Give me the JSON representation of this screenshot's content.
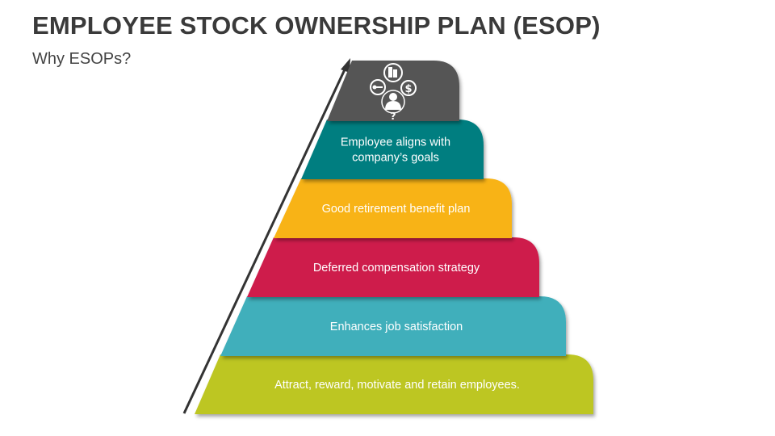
{
  "header": {
    "title": "EMPLOYEE STOCK OWNERSHIP PLAN (ESOP)",
    "subtitle": "Why ESOPs?"
  },
  "pyramid": {
    "top_icon": "employee-shares-icon",
    "tiers": [
      {
        "lines": [
          "Employee aligns with",
          "company’s goals"
        ],
        "color": "#037E80"
      },
      {
        "lines": [
          "Good retirement benefit plan"
        ],
        "color": "#F8B313"
      },
      {
        "lines": [
          "Deferred compensation strategy"
        ],
        "color": "#CE1B4B"
      },
      {
        "lines": [
          "Enhances job satisfaction"
        ],
        "color": "#41AFBB"
      },
      {
        "lines": [
          "Attract, reward, motivate and retain employees."
        ],
        "color": "#BDC621"
      }
    ],
    "top_color": "#555555"
  }
}
